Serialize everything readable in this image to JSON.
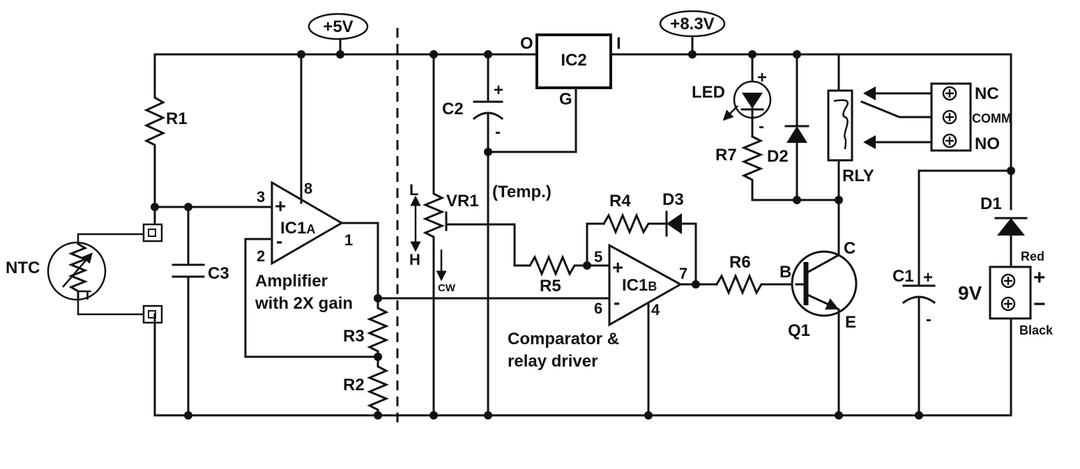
{
  "rails": {
    "v5": "+5V",
    "v83": "+8.3V"
  },
  "ic2": {
    "name": "IC2",
    "pin_o": "O",
    "pin_i": "I",
    "pin_g": "G"
  },
  "components": {
    "r1": "R1",
    "r2": "R2",
    "r3": "R3",
    "r4": "R4",
    "r5": "R5",
    "r6": "R6",
    "r7": "R7",
    "c1": "C1",
    "c2": "C2",
    "c3": "C3",
    "d1": "D1",
    "d2": "D2",
    "d3": "D3",
    "led": "LED",
    "vr1": "VR1",
    "q1": "Q1",
    "rly": "RLY",
    "ntc": "NTC",
    "ntc_t": "T"
  },
  "ic1a": {
    "name": "IC1",
    "sub": "A",
    "pin3": "3",
    "pin2": "2",
    "pin8": "8",
    "pin1": "1",
    "desc1": "Amplifier",
    "desc2": "with 2X gain"
  },
  "ic1b": {
    "name": "IC1",
    "sub": "B",
    "pin5": "5",
    "pin6": "6",
    "pin7": "7",
    "pin4": "4",
    "desc1": "Comparator &",
    "desc2": "relay driver"
  },
  "vr1_labels": {
    "low": "L",
    "high": "H",
    "cw": "CW",
    "temp": "(Temp.)"
  },
  "q1_pins": {
    "b": "B",
    "c": "C",
    "e": "E"
  },
  "relay_terms": {
    "nc": "NC",
    "comm": "COMM",
    "no": "NO"
  },
  "battery": {
    "voltage": "9V",
    "red": "Red",
    "black": "Black",
    "plus": "+",
    "minus": "−"
  },
  "polarity": {
    "plus": "+",
    "minus": "-"
  }
}
